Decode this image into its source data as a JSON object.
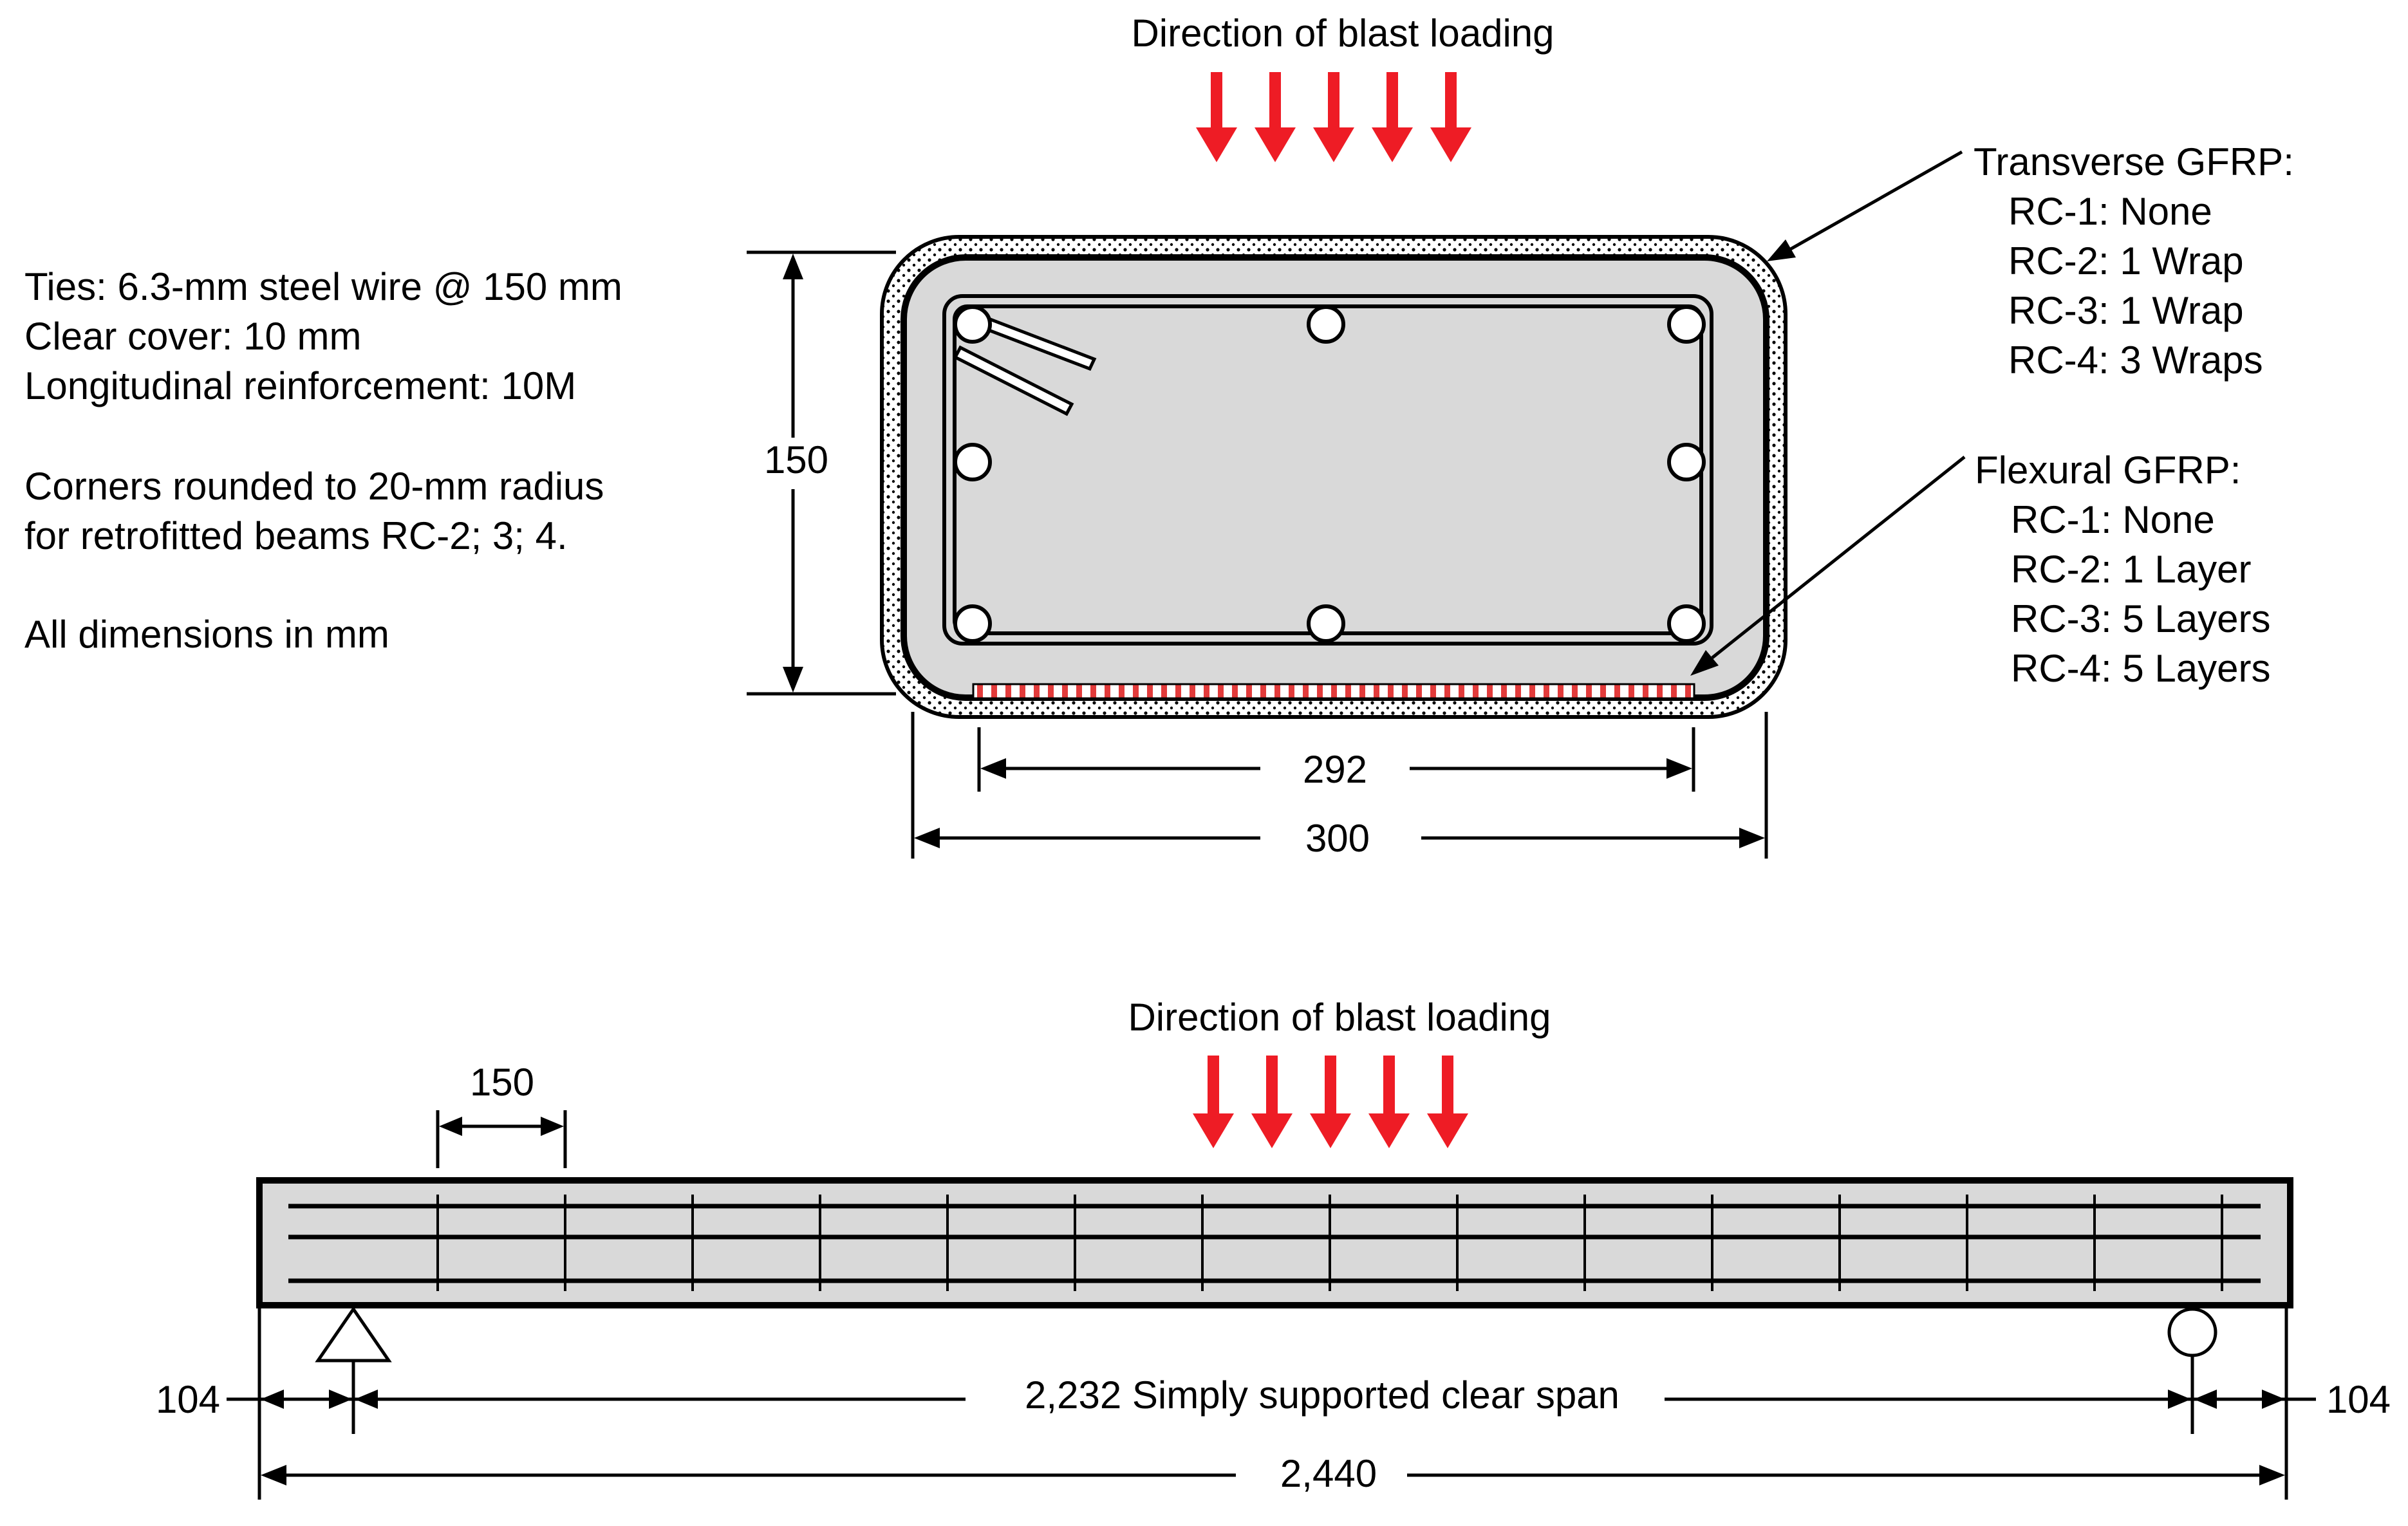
{
  "colors": {
    "arrow": "#ee1c25",
    "concrete": "#d9d9d9",
    "frp_strip": "#e23b3b",
    "line": "#000000"
  },
  "cross_section": {
    "load_label": "Direction of blast loading",
    "notes": [
      "Ties: 6.3-mm steel wire @ 150 mm",
      "Clear cover: 10 mm",
      "Longitudinal reinforcement: 10M",
      "",
      "Corners rounded to 20-mm radius",
      "for retrofitted beams RC-2; 3; 4.",
      "",
      "All dimensions in mm"
    ],
    "height_dim": "150",
    "frp_width_dim": "292",
    "width_dim": "300",
    "transverse_gfrp": {
      "title": "Transverse GFRP:",
      "items": [
        "RC-1: None",
        "RC-2: 1 Wrap",
        "RC-3: 1 Wrap",
        "RC-4: 3 Wraps"
      ]
    },
    "flexural_gfrp": {
      "title": "Flexural GFRP:",
      "items": [
        "RC-1: None",
        "RC-2: 1 Layer",
        "RC-3: 5 Layers",
        "RC-4: 5 Layers"
      ]
    }
  },
  "elevation": {
    "load_label": "Direction of blast loading",
    "stirrup_spacing_dim": "150",
    "left_overhang_dim": "104",
    "right_overhang_dim": "104",
    "clear_span_label": "2,232 Simply supported clear span",
    "total_length_dim": "2,440"
  }
}
